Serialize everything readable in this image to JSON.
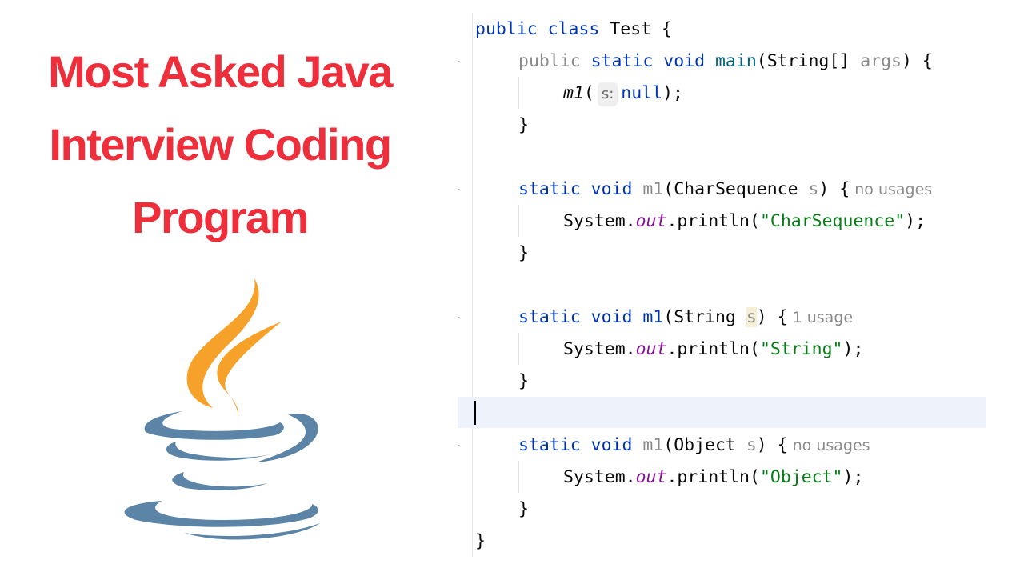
{
  "title": {
    "line1": "Most Asked Java",
    "line2": "Interview Coding",
    "line3": "Program"
  },
  "logo": {
    "icon": "java-logo",
    "steam_color": "#f5a12a",
    "cup_color": "#5b84a6"
  },
  "editor": {
    "colors": {
      "keyword": "#0033b3",
      "string": "#067d17",
      "field": "#871094",
      "dim": "#8a8a8a"
    },
    "code": {
      "class_kw1": "public",
      "class_kw2": "class",
      "class_name": "Test",
      "open_brace": "{",
      "close_brace": "}",
      "main_public": "public",
      "main_static": "static",
      "main_void": "void",
      "main_name": "main",
      "main_sig_a": "(String[] ",
      "main_param": "args",
      "main_sig_b": ") {",
      "call_name": "m1",
      "call_open": "(",
      "call_hint": "s:",
      "call_null": "null",
      "call_close": ");",
      "static_kw": "static",
      "void_kw": "void",
      "method_name": "m1",
      "m1a_type": "(CharSequence ",
      "param_s": "s",
      "sig_end": ") {",
      "system": "System.",
      "out": "out",
      "println": ".println(",
      "m1a_str": "\"CharSequence\"",
      "stmt_end": ");",
      "m1b_type": "(String ",
      "m1b_str": "\"String\"",
      "m1c_type": "(Object ",
      "m1c_str": "\"Object\"",
      "usage_none": "no usages",
      "usage_one": "1 usage"
    }
  }
}
